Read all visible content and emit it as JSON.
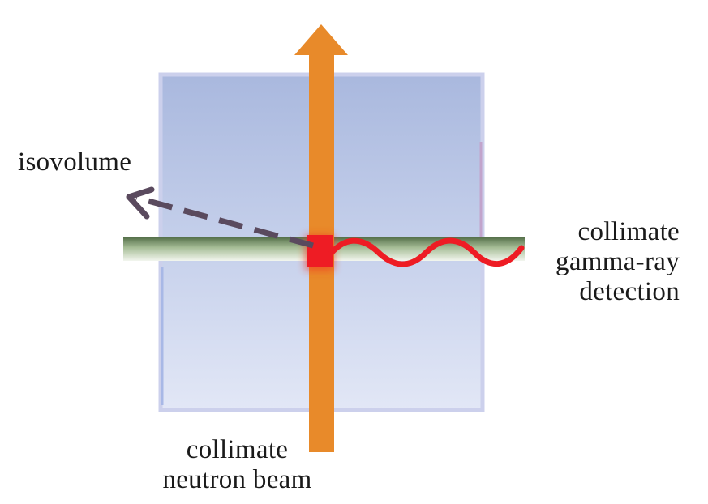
{
  "labels": {
    "isovolume": "isovolume",
    "gamma_detection": [
      "collimate",
      "gamma-ray",
      "detection"
    ],
    "neutron_beam": [
      "collimate",
      "neutron beam"
    ]
  },
  "colors": {
    "sample_cube": "#b3c1e0",
    "neutron_beam": "#e88a2a",
    "gamma_collimator": "#7d9a6a",
    "gamma_wave": "#ee1c24",
    "isovolume_arrow": "#5a4a5e"
  }
}
